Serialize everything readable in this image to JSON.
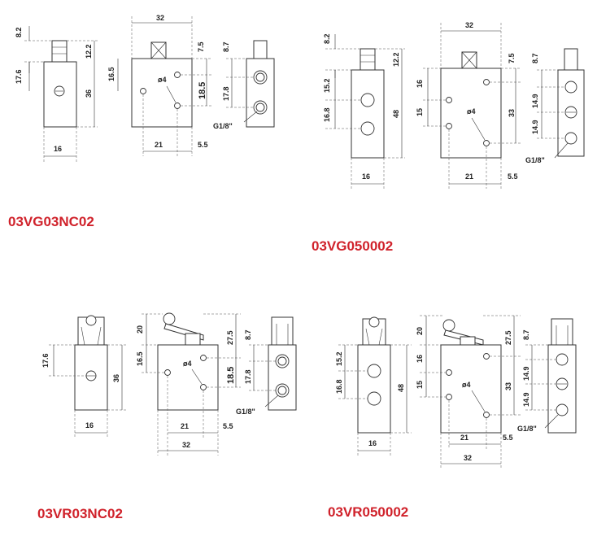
{
  "models": [
    {
      "label": "03VG03NC02",
      "dims": {
        "d82": "8.2",
        "d122": "12.2",
        "d176": "17.6",
        "d36": "36",
        "d16": "16",
        "d32": "32",
        "d165": "16.5",
        "d4": "ø4",
        "d75": "7.5",
        "d185": "18.5",
        "d21": "21",
        "d55": "5.5",
        "d87": "8.7",
        "d178": "17.8",
        "g18": "G1/8\""
      }
    },
    {
      "label": "03VG050002",
      "dims": {
        "d82": "8.2",
        "d122": "12.2",
        "d152": "15.2",
        "d168": "16.8",
        "d48": "48",
        "d16": "16",
        "d32": "32",
        "d16b": "16",
        "d15": "15",
        "d4": "ø4",
        "d75": "7.5",
        "d33": "33",
        "d21": "21",
        "d55": "5.5",
        "d87": "8.7",
        "d149a": "14.9",
        "d149b": "14.9",
        "g18": "G1/8\""
      }
    },
    {
      "label": "03VR03NC02",
      "dims": {
        "d176": "17.6",
        "d36": "36",
        "d16": "16",
        "d20": "20",
        "d165": "16.5",
        "d4": "ø4",
        "d275": "27.5",
        "d185": "18.5",
        "d21": "21",
        "d55": "5.5",
        "d32": "32",
        "d87": "8.7",
        "d178": "17.8",
        "g18": "G1/8\""
      }
    },
    {
      "label": "03VR050002",
      "dims": {
        "d152": "15.2",
        "d168": "16.8",
        "d48": "48",
        "d16": "16",
        "d20": "20",
        "d16b": "16",
        "d15": "15",
        "d4": "ø4",
        "d275": "27.5",
        "d33": "33",
        "d21": "21",
        "d55": "5.5",
        "d32": "32",
        "d87": "8.7",
        "d149a": "14.9",
        "d149b": "14.9",
        "g18": "G1/8\""
      }
    }
  ]
}
